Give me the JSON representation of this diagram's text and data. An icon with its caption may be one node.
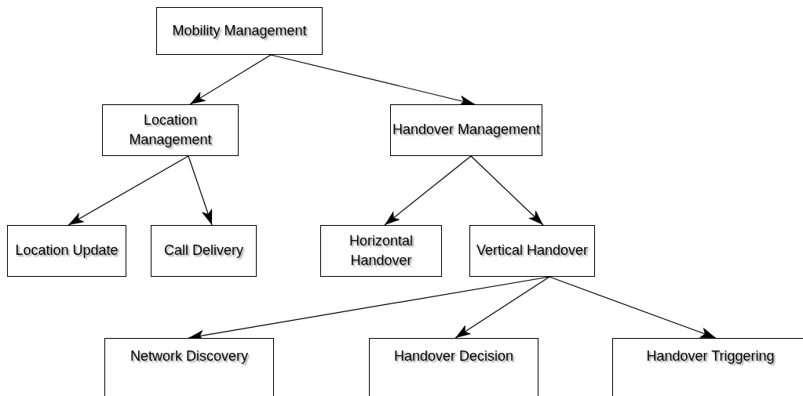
{
  "diagram": {
    "nodes": [
      {
        "text": [
          "Mobility Management"
        ]
      },
      {
        "text": [
          "Location Management"
        ]
      },
      {
        "text": [
          "Handover Management"
        ]
      },
      {
        "text": [
          "Location Update"
        ]
      },
      {
        "text": [
          "Call Delivery"
        ]
      },
      {
        "text": [
          "Horizontal Handover"
        ]
      },
      {
        "text": [
          "Vertical Handover"
        ]
      },
      {
        "text": [
          "Network Discovery"
        ]
      },
      {
        "text": [
          "Handover Decision"
        ]
      },
      {
        "text": [
          "Handover Triggering"
        ]
      }
    ],
    "edges": [
      {
        "from": 0,
        "to": 1,
        "arrow": "to"
      },
      {
        "from": 0,
        "to": 2,
        "arrow": "to"
      },
      {
        "from": 1,
        "to": 3,
        "arrow": "to"
      },
      {
        "from": 1,
        "to": 4,
        "arrow": "to"
      },
      {
        "from": 2,
        "to": 5,
        "arrow": "to"
      },
      {
        "from": 2,
        "to": 6,
        "arrow": "to"
      },
      {
        "from": 6,
        "to": 7,
        "arrow": "to"
      },
      {
        "from": 6,
        "to": 8,
        "arrow": "to"
      },
      {
        "from": 6,
        "to": 9,
        "arrow": "to"
      }
    ]
  }
}
